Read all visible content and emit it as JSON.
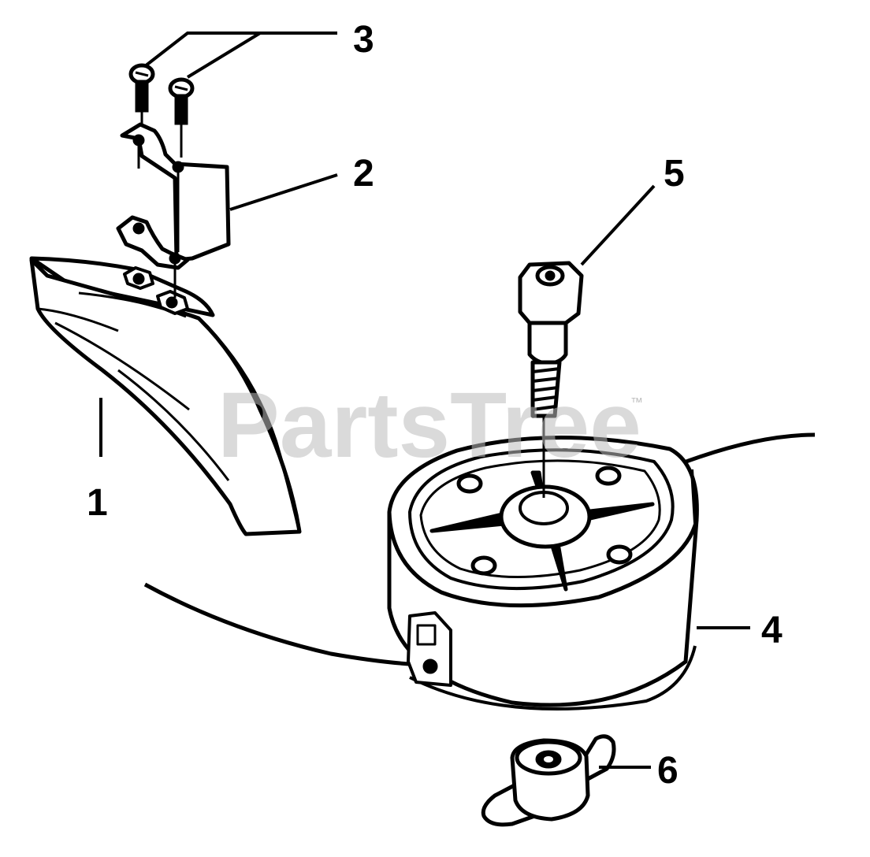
{
  "diagram": {
    "callouts": [
      {
        "id": "1",
        "label": "1"
      },
      {
        "id": "2",
        "label": "2"
      },
      {
        "id": "3",
        "label": "3"
      },
      {
        "id": "4",
        "label": "4"
      },
      {
        "id": "5",
        "label": "5"
      },
      {
        "id": "6",
        "label": "6"
      }
    ],
    "watermark": {
      "text": "PartsTree",
      "trademark": "™"
    }
  }
}
